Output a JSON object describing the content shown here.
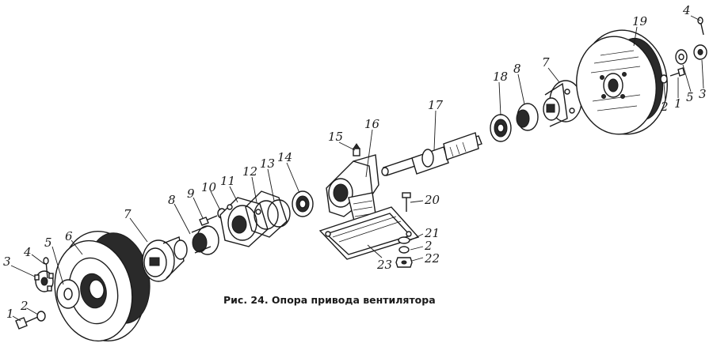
{
  "caption": "Рис. 24. Опора привода вентилятора",
  "callouts": [
    {
      "id": "c1a",
      "text": "1"
    },
    {
      "id": "c2a",
      "text": "2"
    },
    {
      "id": "c3a",
      "text": "3"
    },
    {
      "id": "c4a",
      "text": "4"
    },
    {
      "id": "c5a",
      "text": "5"
    },
    {
      "id": "c6",
      "text": "6"
    },
    {
      "id": "c7a",
      "text": "7"
    },
    {
      "id": "c8a",
      "text": "8"
    },
    {
      "id": "c9",
      "text": "9"
    },
    {
      "id": "c10",
      "text": "10"
    },
    {
      "id": "c11",
      "text": "11"
    },
    {
      "id": "c12",
      "text": "12"
    },
    {
      "id": "c13",
      "text": "13"
    },
    {
      "id": "c14",
      "text": "14"
    },
    {
      "id": "c15",
      "text": "15"
    },
    {
      "id": "c16",
      "text": "16"
    },
    {
      "id": "c17",
      "text": "17"
    },
    {
      "id": "c18",
      "text": "18"
    },
    {
      "id": "c8b",
      "text": "8"
    },
    {
      "id": "c7b",
      "text": "7"
    },
    {
      "id": "c19",
      "text": "19"
    },
    {
      "id": "c4b",
      "text": "4"
    },
    {
      "id": "c2b",
      "text": "2"
    },
    {
      "id": "c1b",
      "text": "1"
    },
    {
      "id": "c5b",
      "text": "5"
    },
    {
      "id": "c3b",
      "text": "3"
    },
    {
      "id": "c20",
      "text": "20"
    },
    {
      "id": "c21",
      "text": "21"
    },
    {
      "id": "c2c",
      "text": "2"
    },
    {
      "id": "c22",
      "text": "22"
    },
    {
      "id": "c23",
      "text": "23"
    }
  ]
}
